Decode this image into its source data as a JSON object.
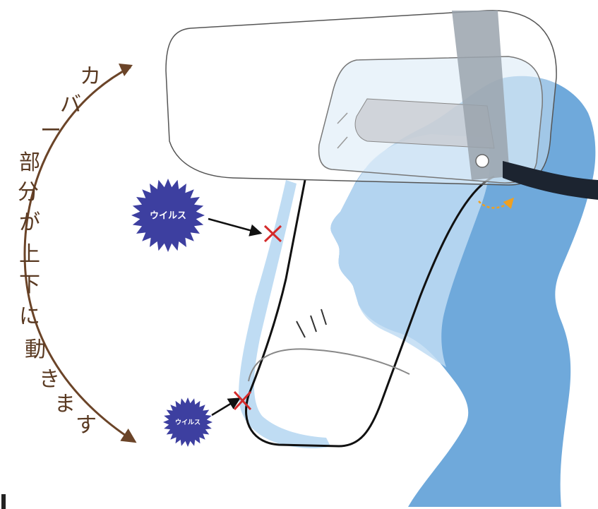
{
  "caption": {
    "chars": [
      "カ",
      "バ",
      "ー",
      "部",
      "分",
      "が",
      "上",
      "下",
      "に",
      "動",
      "き",
      "ま",
      "す"
    ]
  },
  "viruses": [
    {
      "label": "ウイルス"
    },
    {
      "label": "ウイルス"
    }
  ],
  "colors": {
    "arc": "#6b4428",
    "text": "#5a3a22",
    "head_dark": "#6fa9db",
    "head_light": "#bfdcf3",
    "virus": "#3d3fa0",
    "cross": "#d42b2b",
    "pivot_arrow": "#f0a020",
    "band": "#1c2430",
    "strap": "#9aa3ad"
  }
}
